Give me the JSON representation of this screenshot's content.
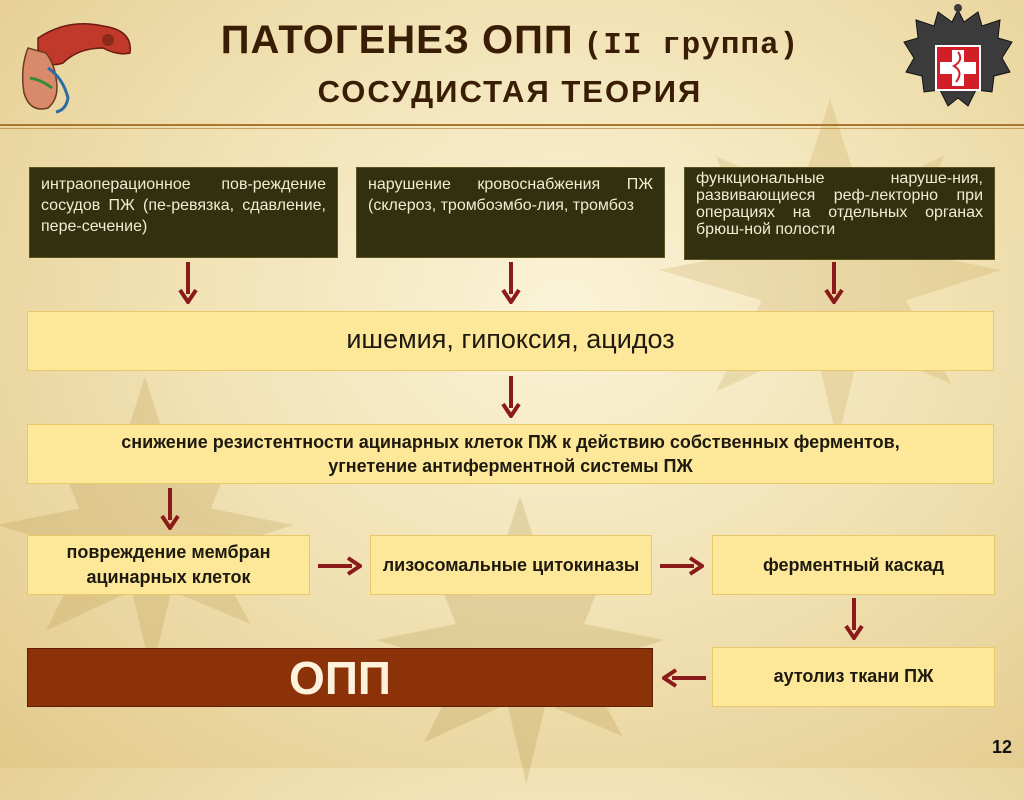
{
  "title": {
    "main": "ПАТОГЕНЕЗ ОПП",
    "group": "(II группа)",
    "subtitle": "СОСУДИСТАЯ ТЕОРИЯ"
  },
  "causes": [
    "интраоперационное пов-реждение сосудов ПЖ (пе-ревязка, сдавление, пере-сечение)",
    "нарушение кровоснабжения ПЖ (склероз, тромбоэмбо-лия, тромбоз",
    "функциональные наруше-ния, развивающиеся реф-лекторно при операциях на отдельных органах брюш-ной полости"
  ],
  "ischemia": "ишемия, гипоксия, ацидоз",
  "resistance": "снижение резистентности ацинарных клеток ПЖ к действию собственных ферментов, угнетение антиферментной системы ПЖ",
  "membrane_damage": "повреждение мембран ацинарных клеток",
  "lysosomal": "лизосомальные цитокиназы",
  "enzyme_cascade": "ферментный каскад",
  "autolysis": "аутолиз ткани ПЖ",
  "opp": "ОПП",
  "page_number": "12",
  "colors": {
    "dark_box": "#32300e",
    "yellow_box": "#fde89a",
    "brown_box": "#8b3209",
    "arrow": "#8b1a1a",
    "title": "#3a1d05"
  },
  "icons": [
    "pancreas-illustration-icon",
    "russian-eagle-emblem-icon"
  ]
}
